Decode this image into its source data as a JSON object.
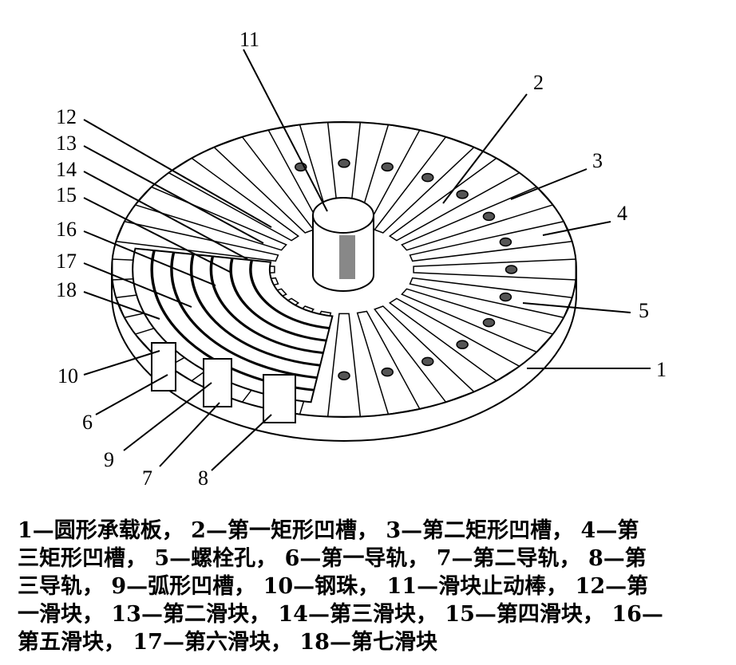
{
  "figure": {
    "labels": [
      "1",
      "2",
      "3",
      "4",
      "5",
      "6",
      "7",
      "8",
      "9",
      "10",
      "11",
      "12",
      "13",
      "14",
      "15",
      "16",
      "17",
      "18"
    ]
  },
  "caption": {
    "lines": [
      "1—圆形承载板， 2—第一矩形凹槽， 3—第二矩形凹槽， 4—第",
      "三矩形凹槽， 5—螺栓孔， 6—第一导轨， 7—第二导轨， 8—第",
      "三导轨， 9—弧形凹槽， 10—钢珠， 11—滑块止动棒， 12—第",
      "一滑块， 13—第二滑块， 14—第三滑块， 15—第四滑块， 16—",
      "第五滑块， 17—第六滑块， 18—第七滑块"
    ]
  }
}
